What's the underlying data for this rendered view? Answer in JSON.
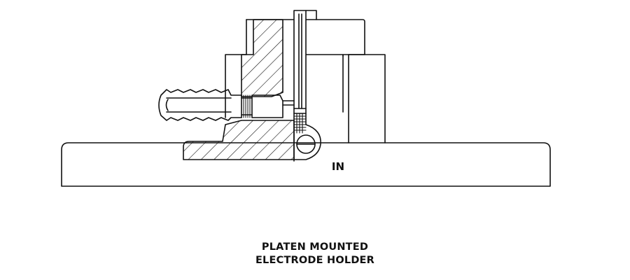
{
  "diagram": {
    "port_label": "IN",
    "caption_line1": "PLATEN MOUNTED",
    "caption_line2": "ELECTRODE HOLDER"
  },
  "colors": {
    "line": "#111111",
    "fill": "#ffffff"
  }
}
